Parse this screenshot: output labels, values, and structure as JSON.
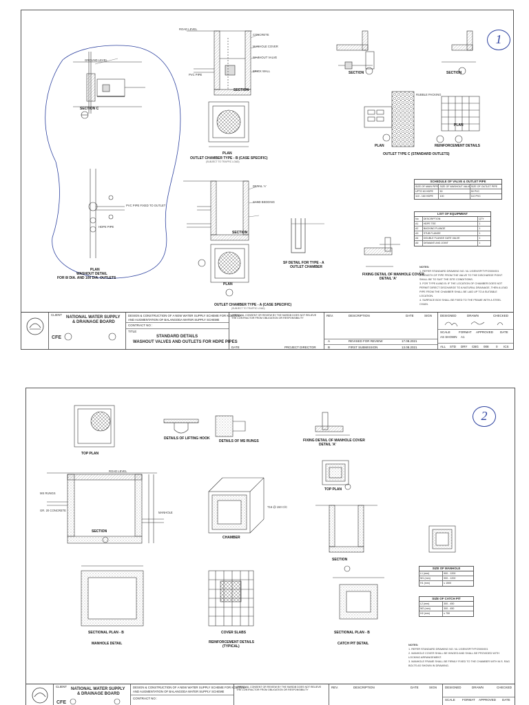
{
  "sheet1": {
    "sheet_number": "1",
    "views": {
      "section_c": "SECTION C",
      "plan_washout": "PLAN",
      "washout_detail": "WASHOUT DETAIL",
      "washout_for": "FOR 8/ DIA. AND 100 DIA. OUTLETS",
      "section_b_label": "SECTION",
      "plan_b": "PLAN",
      "outlet_b_title": "OUTLET CHAMBER TYPE - B (CASE SPECIFIC)",
      "outlet_b_sub": "(SUBJECT TO TRAFFIC LOAD)",
      "section_a_label": "SECTION",
      "plan_a": "PLAN",
      "outlet_a_title": "OUTLET CHAMBER TYPE - A (CASE SPECIFIC)",
      "outlet_a_sub": "(SUBJECT TO TRAFFIC LOAD)",
      "sf_detail": "SF DETAIL FOR TYPE - A",
      "sf_detail_sub": "OUTLET CHAMBER",
      "fixing_detail": "FIXING DETAIL OF MANHOLE COVER",
      "fixing_detail_sub": "DETAIL 'A'",
      "section_x": "SECTION",
      "section_y": "SECTION",
      "plan_c": "PLAN",
      "reinf_details": "REINFORCEMENT DETAILS",
      "outlet_c_title": "OUTLET TYPE C (STANDARD OUTLETS)",
      "plan_d": "PLAN",
      "notes_title": "NOTES:"
    },
    "labels": {
      "road_level": "ROAD LEVEL",
      "ground_level": "GROUND LEVEL",
      "hdpe_pipe": "HDPE PIPE",
      "pvc_pipe": "PVC PIPE",
      "detail_a": "DETAIL 'A'",
      "washout_valve": "WASHOUT VALVE",
      "pipe_to_outlet": "PVC PIPE FIXED TO OUTLET",
      "brick_wall": "BRICK WALL",
      "concrete": "CONCRETE",
      "manhole_cover": "MANHOLE COVER",
      "rubble_packing": "RUBBLE PACKING",
      "sand_bedding": "SAND BEDDING"
    },
    "schedule_table": {
      "title": "SCHEDULE OF VALVE & OUTLET PIPE",
      "headers": [
        "SIZE OF MAIN PIPE",
        "SIZE OF WASHOUT VALVE",
        "SIZE OF OUTLET PIPE"
      ],
      "rows": [
        [
          "UPTO 63 HDPE",
          "50",
          "50 PVC"
        ],
        [
          "110 - 160 HDPE",
          "100",
          "110 PVC"
        ]
      ]
    },
    "equipment_table": {
      "title": "LIST OF EQUIPMENT",
      "headers": [
        "No",
        "DESCRIPTION",
        "QTY"
      ],
      "rows": [
        [
          "A1",
          "HDPE TEE",
          "1"
        ],
        [
          "A2",
          "BACKING FLANGE",
          "1"
        ],
        [
          "A3",
          "STUB FLANGE",
          "1"
        ],
        [
          "A4",
          "DOUBLE FLANGE GATE VALVE",
          "1"
        ],
        [
          "A5",
          "DISMANTLING JOINT",
          "1"
        ]
      ]
    },
    "notes": [
      "1. REFER STANDARD DRAWING NO. NL 1/GEN/SP/TYP/2000/001",
      "2. LENGTH OF PIPE FROM THE VALVE TO THE DISCHARGE POINT SHALL BE TO SUIT THE SITE CONDITIONS.",
      "3. FOR TYPE A AND B: IF THE LOCATION OF CHAMBER DOES NOT PERMIT DIRECT DISCHARGE TO A NATURAL DRAINAGE, THEN A LEAD PIPE FROM THE CHAMBER SHALL BE LAID UP TO A SUITABLE LOCATION.",
      "4. SURFACE BOX SHALL BE FIXED TO THE FRAME WITH A STEEL CHAIN."
    ],
    "title_block": {
      "client_label": "CLIENT",
      "org_name": "NATIONAL WATER SUPPLY",
      "org_name2": "& DRAINAGE BOARD",
      "project": "DESIGN & CONSTRUCTION OF A NEW WATER SUPPLY SCHEME FOR KOLONNA",
      "project2": "AND AUGMENTATION OF BALANGODA WATER SUPPLY SCHEME",
      "contract_label": "CONTRACT NO :",
      "title_label": "TITLE",
      "drawing_title": "STANDARD DETAILS",
      "drawing_title2": "WASHOUT VALVES AND OUTLETS FOR HDPE PIPES",
      "approval": "APPROVAL CONSENT OR REVIEW BY THE NWSDB DOES NOT RELIEVE THE CONTRACTOR FROM OBLIGATION OR RESPONSIBILITY",
      "rev_label": "REV.",
      "description_label": "DESCRIPTION",
      "date_label": "DATE",
      "sign_label": "SIGN",
      "designed_label": "DESIGNED",
      "drawn_label": "DRAWN",
      "checked_label": "CHECKED",
      "rev_a": "A",
      "rev_b": "B",
      "revised_for": "REVISED FOR REVIEW",
      "first_submission": "FIRST SUBMISSION",
      "date_a": "17.08.2021",
      "date_b": "13.08.2021",
      "scale_label": "SCALE",
      "format_label": "FORMAT",
      "approved_label": "APPROVED",
      "date2_label": "DATE",
      "scale_val": "AS SHOWN",
      "format_val": "A1",
      "codes": [
        "ALL",
        "STD",
        "DRY",
        "CBG",
        "008",
        "0",
        "ICS"
      ],
      "date_label2": "DATE",
      "project_director": "PROJECT DIRECTOR"
    }
  },
  "sheet2": {
    "sheet_number": "2",
    "views": {
      "top_plan": "TOP PLAN",
      "lifting_hook": "DETAILS OF LIFTING HOOK",
      "ms_rungs": "DETAILS OF MS RUNGS",
      "fixing_manhole": "FIXING DETAIL OF MANHOLE COVER",
      "fixing_manhole_sub": "DETAIL 'A'",
      "top_plan_2": "TOP PLAN",
      "section_a": "SECTION",
      "chamber": "CHAMBER",
      "section_b": "SECTION",
      "sectional_plan_b": "SECTIONAL PLAN - B",
      "manhole_detail": "MANHOLE DETAIL",
      "cover_slabs": "COVER SLABS",
      "reinf_details": "REINFORCEMENT DETAILS",
      "reinf_sub": "(TYPICAL)",
      "sectional_plan_b2": "SECTIONAL PLAN - B",
      "catch_pit": "CATCH PIT DETAIL",
      "notes_title": "NOTES:"
    },
    "labels": {
      "road_level": "ROAD LEVEL",
      "rungs": "MS RUNGS",
      "grade": "GR. 20 CONCRETE",
      "manhole": "MANHOLE",
      "t16": "T16 @ 150 C/C"
    },
    "manhole_table": {
      "title": "SIZE OF MANHOLE",
      "rows": [
        [
          "L1 (mm)",
          "900 - 1200"
        ],
        [
          "W1 (mm)",
          "900 - 1200"
        ],
        [
          "H1 (mm)",
          "≤ 1500"
        ]
      ]
    },
    "catchpit_table": {
      "title": "SIZE OF CATCH PIT",
      "rows": [
        [
          "L2 (mm)",
          "300 - 450"
        ],
        [
          "W2 (mm)",
          "300 - 450"
        ],
        [
          "H2 (mm)",
          "≤ 750"
        ]
      ]
    },
    "notes": [
      "1. REFER STANDARD DRAWING NO. NL 1/GEN/SP/TYP/2000/001",
      "2. MANHOLE COVER SHALL BE HINGED AND SHALL BE PROVIDED WITH LOCKING ARRANGEMENT.",
      "3. MANHOLE FRAME SHALL BE FIRMLY FIXED TO THE CHAMBER WITH M.S. RAG BOLTS AS SHOWN IN DRAWING."
    ],
    "title_block": {
      "client_label": "CLIENT",
      "org_name": "NATIONAL WATER SUPPLY",
      "org_name2": "& DRAINAGE BOARD",
      "project": "DESIGN & CONSTRUCTION OF A NEW WATER SUPPLY SCHEME FOR KOLONNA",
      "project2": "AND AUGMENTATION OF BALANGODA WATER SUPPLY SCHEME",
      "contract_label": "CONTRACT NO :",
      "approval": "APPROVAL CONSENT OR REVIEW BY THE NWSDB DOES NOT RELIEVE THE CONTRACTOR FROM OBLIGATION OR RESPONSIBILITY",
      "rev_label": "REV.",
      "description_label": "DESCRIPTION",
      "date_label": "DATE",
      "sign_label": "SIGN",
      "designed_label": "DESIGNED",
      "drawn_label": "DRAWN",
      "checked_label": "CHECKED",
      "scale_label": "SCALE",
      "format_label": "FORMAT",
      "approved_label": "APPROVED",
      "date2_label": "DATE"
    }
  },
  "colors": {
    "ink": "#333333",
    "annotation": "#2a3f9e",
    "hatch": "#8a8a8a"
  }
}
